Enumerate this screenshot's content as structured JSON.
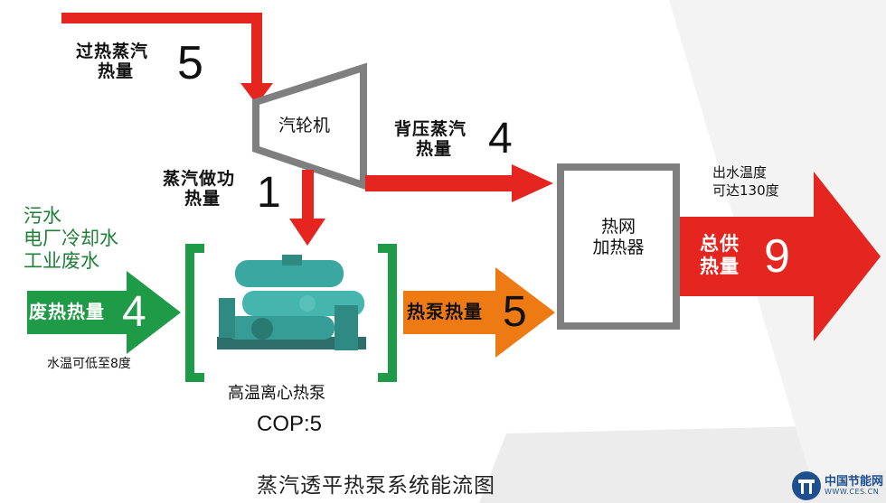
{
  "superheated_steam": {
    "line1": "过热蒸汽",
    "line2": "热量",
    "value": "5"
  },
  "turbine": {
    "label": "汽轮机"
  },
  "back_pressure_steam": {
    "line1": "背压蒸汽",
    "line2": "热量",
    "value": "4"
  },
  "steam_work": {
    "line1": "蒸汽做功",
    "line2": "热量",
    "value": "1"
  },
  "waste_sources": {
    "line1": "污水",
    "line2": "电厂冷却水",
    "line3": "工业废水"
  },
  "waste_heat": {
    "label": "废热热量",
    "value": "4",
    "note": "水温可低至8度"
  },
  "heat_pump": {
    "label": "高温离心热泵",
    "cop": "COP:5"
  },
  "heat_pump_heat": {
    "label": "热泵热量",
    "value": "5"
  },
  "heater": {
    "line1": "热网",
    "line2": "加热器"
  },
  "outlet": {
    "line1": "出水温度",
    "line2": "可达130度"
  },
  "total_supply": {
    "line1": "总供",
    "line2": "热量",
    "value": "9"
  },
  "footer": {
    "title": "蒸汽透平热泵系统能流图"
  },
  "logo": {
    "cn": "中国节能网",
    "en": "WWW.CES.CN"
  },
  "colors": {
    "red": "#e52520",
    "green": "#1f9a46",
    "orange": "#ee7a14",
    "gray": "#7f7f7f",
    "pump_teal": "#3aa7a0"
  }
}
